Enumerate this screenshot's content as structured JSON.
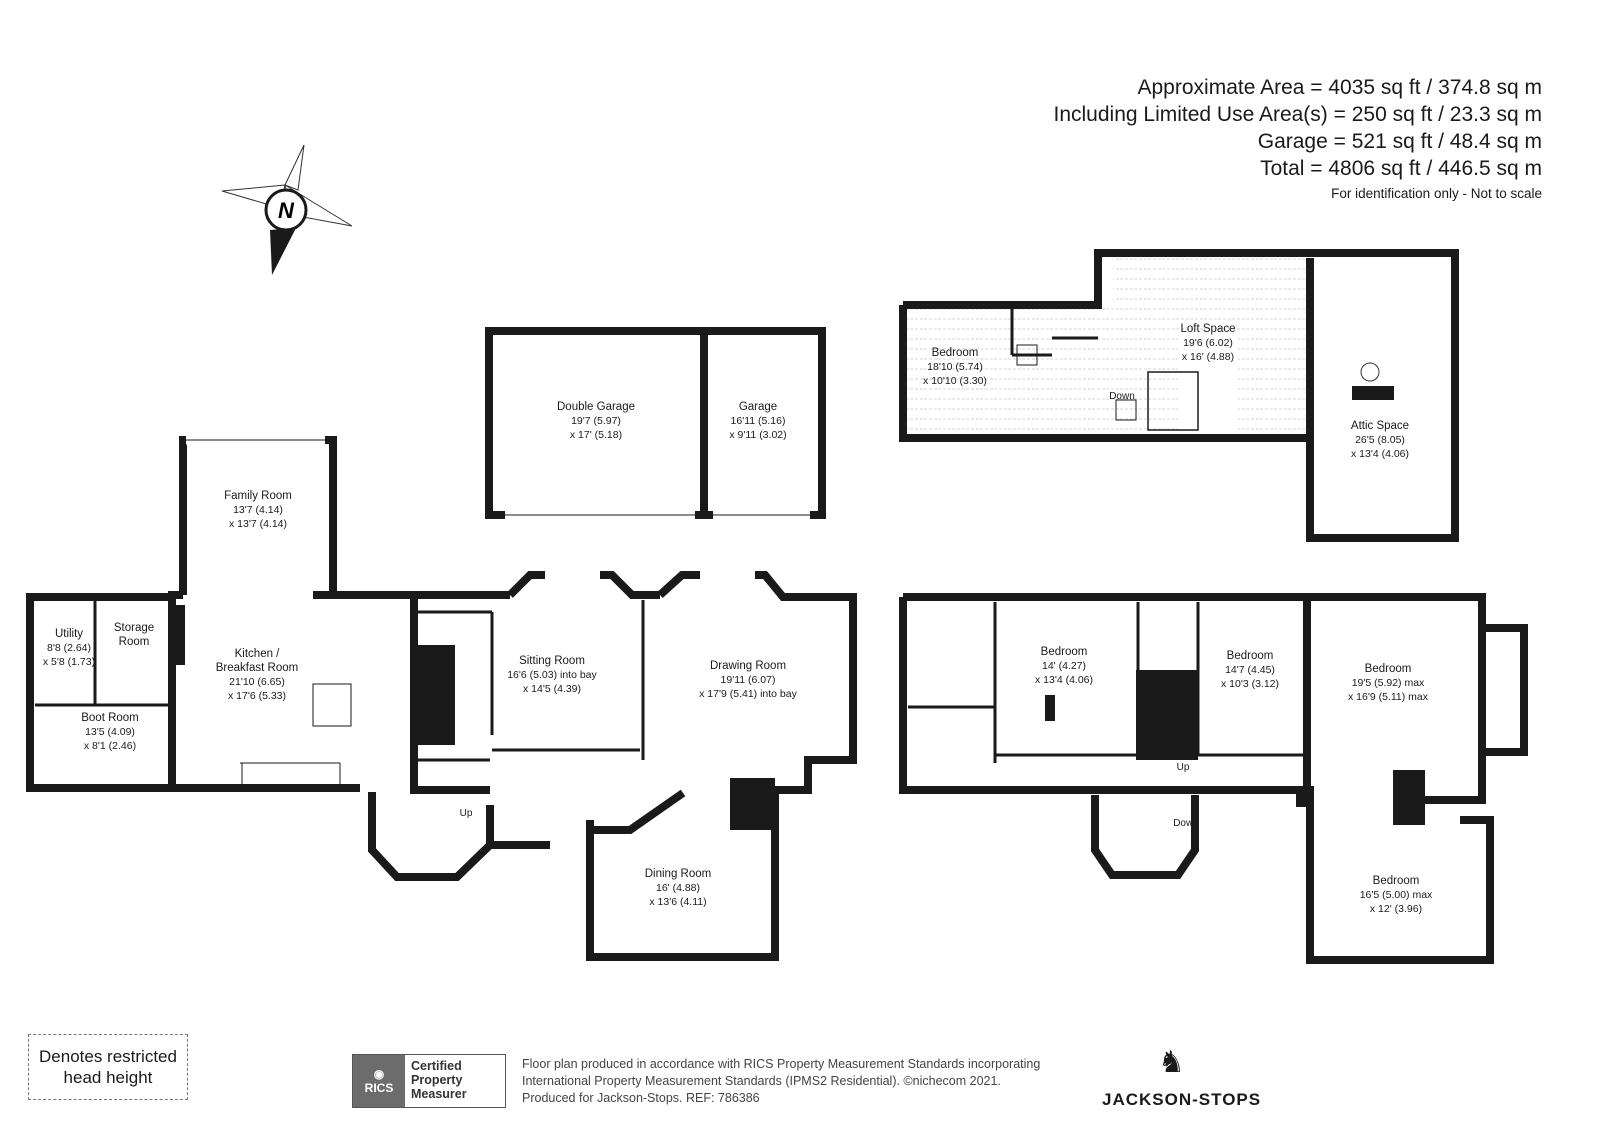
{
  "areas": {
    "approx": "Approximate Area = 4035 sq ft / 374.8 sq m",
    "limited": "Including Limited Use Area(s) = 250 sq ft / 23.3 sq m",
    "garage": "Garage = 521 sq ft / 48.4 sq m",
    "total": "Total = 4806 sq ft / 446.5 sq m",
    "note": "For identification only - Not to scale"
  },
  "compass_label": "N",
  "rooms": {
    "double_garage": {
      "name": "Double Garage",
      "d1": "19'7 (5.97)",
      "d2": "x 17' (5.18)"
    },
    "garage": {
      "name": "Garage",
      "d1": "16'11 (5.16)",
      "d2": "x 9'11 (3.02)"
    },
    "family": {
      "name": "Family Room",
      "d1": "13'7 (4.14)",
      "d2": "x 13'7 (4.14)"
    },
    "utility": {
      "name": "Utility",
      "d1": "8'8 (2.64)",
      "d2": "x 5'8 (1.73)"
    },
    "storage": {
      "name": "Storage",
      "name2": "Room"
    },
    "kitchen": {
      "name": "Kitchen /",
      "name2": "Breakfast Room",
      "d1": "21'10 (6.65)",
      "d2": "x 17'6 (5.33)"
    },
    "boot": {
      "name": "Boot Room",
      "d1": "13'5 (4.09)",
      "d2": "x 8'1 (2.46)"
    },
    "sitting": {
      "name": "Sitting Room",
      "d1": "16'6 (5.03) into bay",
      "d2": "x 14'5 (4.39)"
    },
    "drawing": {
      "name": "Drawing Room",
      "d1": "19'11 (6.07)",
      "d2": "x 17'9 (5.41) into bay"
    },
    "dining": {
      "name": "Dining Room",
      "d1": "16' (4.88)",
      "d2": "x 13'6 (4.11)"
    },
    "loft_bedroom": {
      "name": "Bedroom",
      "d1": "18'10 (5.74)",
      "d2": "x 10'10 (3.30)"
    },
    "loft_space": {
      "name": "Loft Space",
      "d1": "19'6 (6.02)",
      "d2": "x 16' (4.88)"
    },
    "attic": {
      "name": "Attic Space",
      "d1": "26'5 (8.05)",
      "d2": "x 13'4 (4.06)"
    },
    "bed1": {
      "name": "Bedroom",
      "d1": "14' (4.27)",
      "d2": "x 13'4 (4.06)"
    },
    "bed2": {
      "name": "Bedroom",
      "d1": "14'7 (4.45)",
      "d2": "x 10'3 (3.12)"
    },
    "bed3": {
      "name": "Bedroom",
      "d1": "19'5 (5.92) max",
      "d2": "x 16'9 (5.11) max"
    },
    "bed4": {
      "name": "Bedroom",
      "d1": "16'5 (5.00) max",
      "d2": "x 12' (3.96)"
    }
  },
  "stairs": {
    "up_ground": "Up",
    "up_first": "Up",
    "down_first": "Down",
    "down_loft": "Down"
  },
  "legend": {
    "line1": "Denotes restricted",
    "line2": "head height"
  },
  "rics": {
    "logo": "RICS",
    "line1": "Certified",
    "line2": "Property",
    "line3": "Measurer"
  },
  "footer": {
    "line1": "Floor plan produced in accordance with RICS Property Measurement Standards incorporating",
    "line2": "International Property Measurement Standards (IPMS2 Residential).  ©nichecom 2021.",
    "line3": "Produced for Jackson-Stops.   REF:  786386"
  },
  "brand": "JACKSON-STOPS"
}
